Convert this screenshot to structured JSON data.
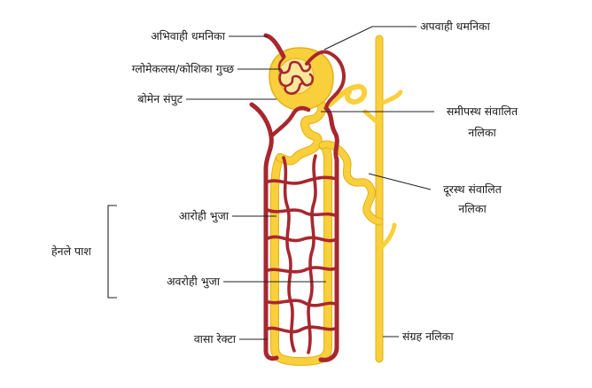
{
  "colors": {
    "tubule": "#f9cf3b",
    "tubule_edge": "#e0b21c",
    "vessel": "#a8272f",
    "vessel_edge": "#7d1a20",
    "leader": "#222222"
  },
  "labels": {
    "afferent_arteriole": "अभिवाही धमनिका",
    "efferent_arteriole": "अपवाही धमनिका",
    "glomerulus": "ग्लोमेकलस/कोशिका गुच्छ",
    "bowmans_capsule": "बोमेन संपुट",
    "pct_line1": "समीपस्थ संवालित",
    "pct_line2": "नलिका",
    "dct_line1": "दूरस्थ संवालित",
    "dct_line2": "नलिका",
    "ascending_limb": "आरोही भुजा",
    "henle_loop": "हेनले पाश",
    "descending_limb": "अवरोही भुजा",
    "vasa_recta": "वासा रेक्टा",
    "collecting_duct": "संग्रह नलिका"
  }
}
